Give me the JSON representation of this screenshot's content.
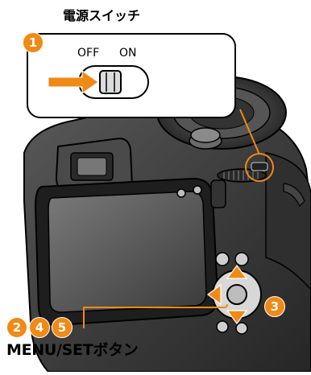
{
  "labels": {
    "power_switch_title": "電源スイッチ",
    "off": "OFF",
    "on": "ON",
    "menu_set_button": "MENU/SETボタン"
  },
  "callouts": {
    "one": "1",
    "two": "2",
    "three": "3",
    "four": "4",
    "five": "5"
  },
  "colors": {
    "accent_orange": "#f08a16",
    "camera_body": "#3a3a3a",
    "outline": "#000000"
  },
  "icons": [
    "right-arrow-icon",
    "up-arrow-icon",
    "down-arrow-icon",
    "left-arrow-icon"
  ]
}
